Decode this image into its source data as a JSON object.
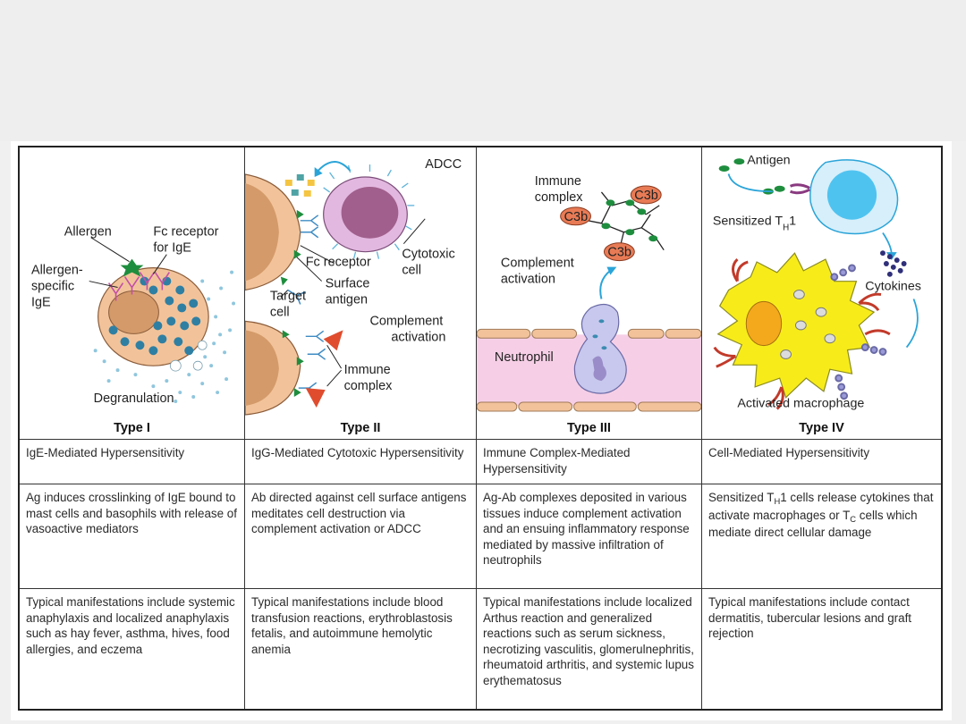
{
  "panels": [
    {
      "type_label": "Type I",
      "labels": {
        "allergen": "Allergen",
        "fc_receptor_1": "Fc receptor",
        "fc_receptor_2": "for IgE",
        "allergen_specific_1": "Allergen-",
        "allergen_specific_2": "specific",
        "allergen_specific_3": "IgE",
        "degranulation": "Degranulation"
      },
      "name": "IgE-Mediated Hypersensitivity",
      "mechanism": "Ag induces crosslinking of IgE bound to mast cells and basophils with release of vasoactive mediators",
      "manifestations": "Typical manifestations include systemic anaphylaxis and localized anaphylaxis such as hay fever, asthma, hives, food allergies, and eczema"
    },
    {
      "type_label": "Type II",
      "labels": {
        "adcc": "ADCC",
        "fc_receptor": "Fc receptor",
        "cytotoxic_1": "Cytotoxic",
        "cytotoxic_2": "cell",
        "surface_1": "Surface",
        "surface_2": "antigen",
        "target_1": "Target",
        "target_2": "cell",
        "complement_1": "Complement",
        "complement_2": "activation",
        "immune_1": "Immune",
        "immune_2": "complex"
      },
      "name": "IgG-Mediated Cytotoxic Hypersensitivity",
      "mechanism": "Ab directed against cell surface antigens meditates cell destruction via complement activation or ADCC",
      "manifestations": "Typical manifestations include blood transfusion reactions, erythroblastosis fetalis, and autoimmune hemolytic anemia"
    },
    {
      "type_label": "Type III",
      "labels": {
        "immune_1": "Immune",
        "immune_2": "complex",
        "c3b": "C3b",
        "complement_1": "Complement",
        "complement_2": "activation",
        "neutrophil": "Neutrophil"
      },
      "name": "Immune Complex-Mediated Hypersensitivity",
      "mechanism": "Ag-Ab complexes deposited in various tissues induce complement activation and an ensuing inflammatory response mediated by massive infiltration of neutrophils",
      "manifestations": "Typical manifestations include localized Arthus reaction and generalized reactions such as serum sickness, necrotizing vasculitis, glomerulnephritis, rheumatoid arthritis, and systemic lupus erythematosus"
    },
    {
      "type_label": "Type IV",
      "labels": {
        "antigen": "Antigen",
        "sensitized_pre": "Sensitized T",
        "sensitized_sub": "H",
        "sensitized_post": "1",
        "cytokines": "Cytokines",
        "activated": "Activated macrophage"
      },
      "name": "Cell-Mediated Hypersensitivity",
      "mechanism_parts": [
        "Sensitized T",
        "H",
        "1 cells release cytokines that activate macrophages or T",
        "C",
        " cells which mediate direct cellular damage"
      ],
      "manifestations": "Typical manifestations include contact dermatitis, tubercular lesions and graft rejection"
    }
  ],
  "colors": {
    "cell_peach": "#f2c39a",
    "nucleus": "#d49a6a",
    "granule_blue": "#2f7fa3",
    "cytotoxic_pink": "#e3b8e0",
    "cytotoxic_nucleus": "#a05f8c",
    "c3b_orange": "#e87b55",
    "vessel_pink": "#f6cfe6",
    "neutrophil_blue": "#c8c8ee",
    "macrophage_yellow": "#f7ec1a",
    "tcell_blue": "#4fc3f0",
    "arrow_cyan": "#2aa4d8",
    "antigen_green": "#1e8e3e"
  }
}
